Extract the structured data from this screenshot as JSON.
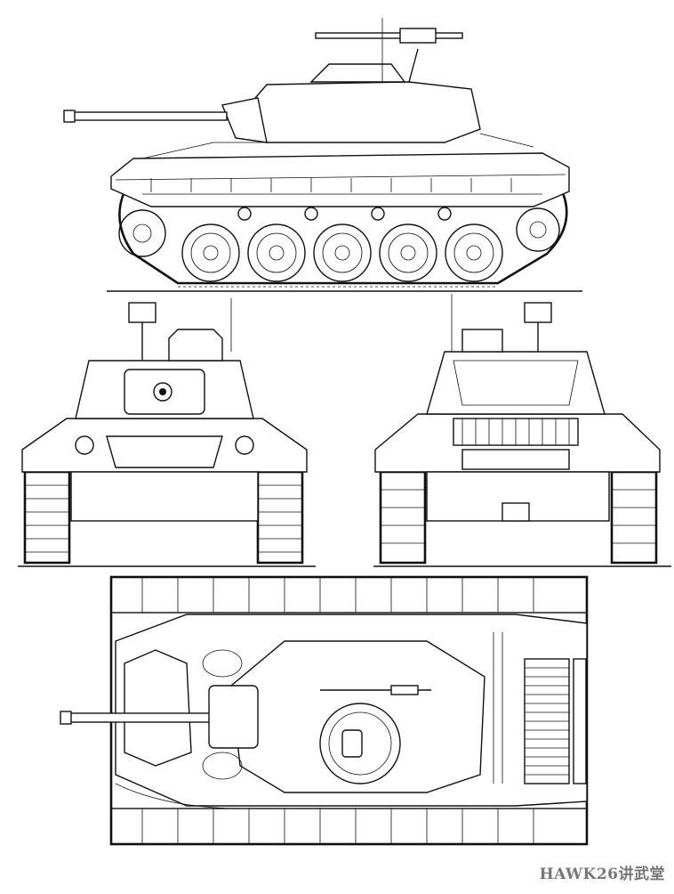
{
  "watermark": "HAWK26讲武堂",
  "icons": {
    "side_view": "tank-side-elevation",
    "front_view": "tank-front-elevation",
    "rear_view": "tank-rear-elevation",
    "top_view": "tank-plan-view"
  },
  "colors": {
    "ink": "#111111",
    "paper": "#ffffff",
    "watermark": "#777777"
  }
}
